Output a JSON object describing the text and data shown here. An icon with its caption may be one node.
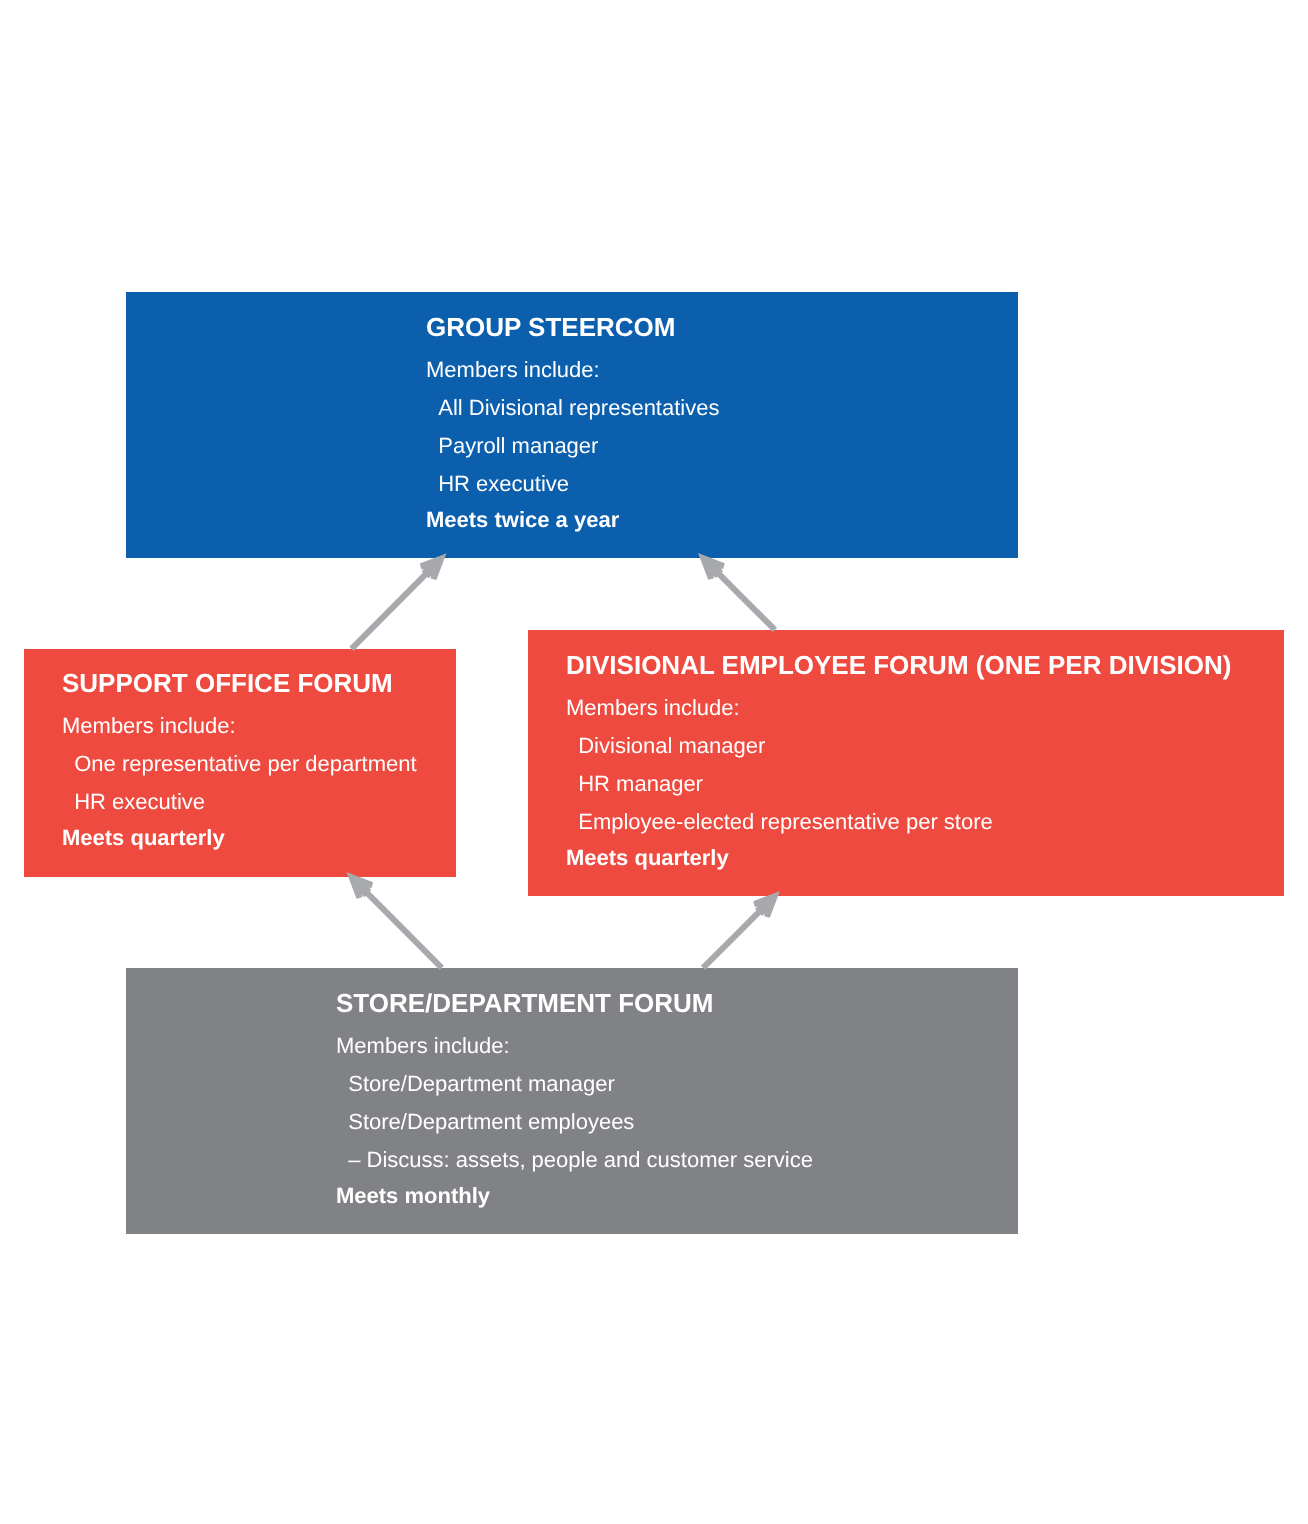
{
  "diagram": {
    "nodes": [
      {
        "text": [
          "GROUP STEERCOM",
          "Members include:",
          "All Divisional representatives",
          "Payroll manager",
          "HR executive",
          "Meets twice a year"
        ]
      },
      {
        "text": [
          "SUPPORT OFFICE FORUM",
          "Members include:",
          "One representative per department",
          "HR executive",
          "Meets quarterly"
        ]
      },
      {
        "text": [
          "DIVISIONAL EMPLOYEE FORUM (ONE PER DIVISION)",
          "Members include:",
          "Divisional manager",
          "HR manager",
          "Employee-elected representative per store",
          "Meets quarterly"
        ]
      },
      {
        "text": [
          "STORE/DEPARTMENT FORUM",
          "Members include:",
          "Store/Department manager",
          "Store/Department employees",
          "– Discuss: assets, people and customer service",
          "Meets monthly"
        ]
      }
    ],
    "edges": [
      {
        "from": 1,
        "to": 0,
        "arrow": "to"
      },
      {
        "from": 2,
        "to": 0,
        "arrow": "to"
      },
      {
        "from": 3,
        "to": 1,
        "arrow": "to"
      },
      {
        "from": 3,
        "to": 2,
        "arrow": "to"
      }
    ]
  }
}
